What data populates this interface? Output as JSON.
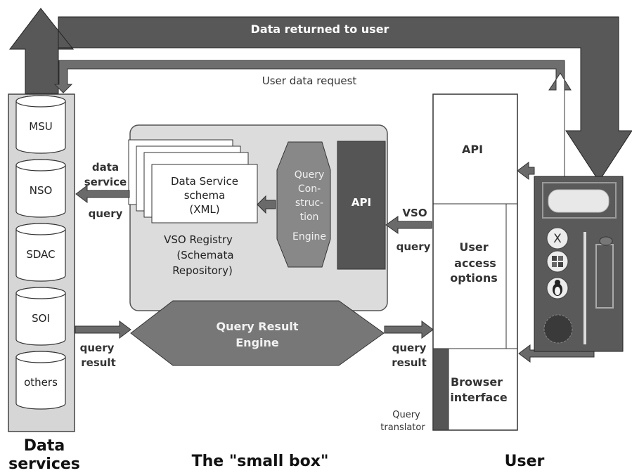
{
  "top_flow": {
    "returned_label": "Data returned to user",
    "request_label": "User data request"
  },
  "data_services": {
    "title_line1": "Data",
    "title_line2": "services",
    "items": [
      "MSU",
      "NSO",
      "SDAC",
      "SOI",
      "others"
    ]
  },
  "small_box": {
    "title": "The \"small box\"",
    "data_service_label_line1": "data",
    "data_service_label_line2": "service",
    "query_label": "query",
    "schema_line1": "Data Service",
    "schema_line2": "schema",
    "schema_line3": "(XML)",
    "registry_line1": "VSO Registry",
    "registry_line2": "(Schemata",
    "registry_line3": "Repository)",
    "qce_line1": "Query",
    "qce_line2": "Con-",
    "qce_line3": "struc-",
    "qce_line4": "tion",
    "qce_line5": "Engine",
    "api_label": "API",
    "qre_line1": "Query Result",
    "qre_line2": "Engine",
    "left_result_line1": "query",
    "left_result_line2": "result",
    "vso_line1": "VSO",
    "vso_line2": "query",
    "right_result_line1": "query",
    "right_result_line2": "result"
  },
  "user": {
    "title": "User",
    "api_label": "API",
    "options_line1": "User",
    "options_line2": "access",
    "options_line3": "options",
    "browser_line1": "Browser",
    "browser_line2": "interface",
    "translator_line1": "Query",
    "translator_line2": "translator"
  },
  "colors": {
    "big_arrow": "#585858",
    "thin_arrow": "#6e6e6e",
    "panel_fill": "#dcdcdc",
    "dark_block": "#555555",
    "qce_fill": "#888888",
    "qre_fill": "#777777"
  },
  "icons": [
    "mac-os-x-icon",
    "windows-icon",
    "linux-penguin-icon"
  ]
}
